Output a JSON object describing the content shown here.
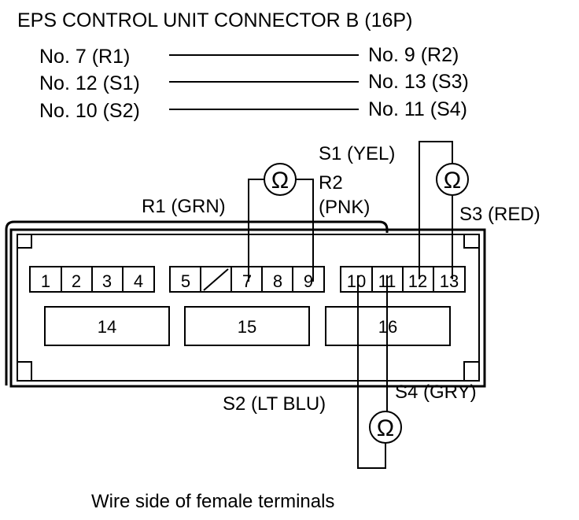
{
  "title": "EPS CONTROL UNIT CONNECTOR B (16P)",
  "check_pairs": [
    {
      "from": "No. 7 (R1)",
      "to": "No. 9 (R2)"
    },
    {
      "from": "No. 12 (S1)",
      "to": "No. 13 (S3)"
    },
    {
      "from": "No. 10 (S2)",
      "to": "No. 11 (S4)"
    }
  ],
  "terminals": {
    "t1": "1",
    "t2": "2",
    "t3": "3",
    "t4": "4",
    "t5": "5",
    "t7": "7",
    "t8": "8",
    "t9": "9",
    "t10": "10",
    "t11": "11",
    "t12": "12",
    "t13": "13",
    "t14": "14",
    "t15": "15",
    "t16": "16"
  },
  "probe_labels": {
    "r1": "R1 (GRN)",
    "r2_line1": "R2",
    "r2_line2": "(PNK)",
    "s1": "S1 (YEL)",
    "s3": "S3 (RED)",
    "s2": "S2 (LT BLU)",
    "s4": "S4 (GRY)"
  },
  "ohmmeter_symbol": "Ω",
  "caption": "Wire side of female terminals"
}
